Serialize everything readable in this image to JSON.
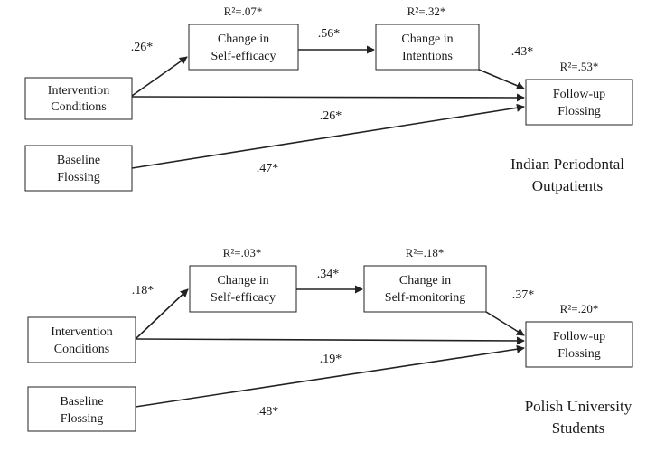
{
  "panels": [
    {
      "id": "indian",
      "caption_lines": [
        "Indian Periodontal",
        "Outpatients"
      ],
      "nodes": {
        "intervention": [
          "Intervention",
          "Conditions"
        ],
        "baseline": [
          "Baseline",
          "Flossing"
        ],
        "self_efficacy": [
          "Change in",
          "Self-efficacy"
        ],
        "mediator": [
          "Change in",
          "Intentions"
        ],
        "followup": [
          "Follow-up",
          "Flossing"
        ]
      },
      "r2": {
        "self_efficacy": "R²=.07*",
        "mediator": "R²=.32*",
        "followup": "R²=.53*"
      },
      "paths": {
        "intervention_to_self_efficacy": ".26*",
        "self_efficacy_to_mediator": ".56*",
        "mediator_to_followup": ".43*",
        "intervention_to_followup": ".26*",
        "baseline_to_followup": ".47*"
      }
    },
    {
      "id": "polish",
      "caption_lines": [
        "Polish University",
        "Students"
      ],
      "nodes": {
        "intervention": [
          "Intervention",
          "Conditions"
        ],
        "baseline": [
          "Baseline",
          "Flossing"
        ],
        "self_efficacy": [
          "Change in",
          "Self-efficacy"
        ],
        "mediator": [
          "Change in",
          "Self-monitoring"
        ],
        "followup": [
          "Follow-up",
          "Flossing"
        ]
      },
      "r2": {
        "self_efficacy": "R²=.03*",
        "mediator": "R²=.18*",
        "followup": "R²=.20*"
      },
      "paths": {
        "intervention_to_self_efficacy": ".18*",
        "self_efficacy_to_mediator": ".34*",
        "mediator_to_followup": ".37*",
        "intervention_to_followup": ".19*",
        "baseline_to_followup": ".48*"
      }
    }
  ]
}
